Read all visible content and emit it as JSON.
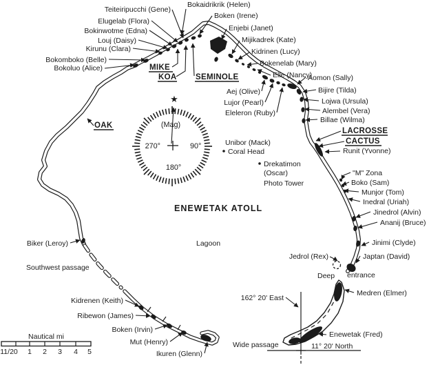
{
  "colors": {
    "ink": "#1b1b1b",
    "paper": "#ffffff"
  },
  "labels": {
    "teiteiripucchi": "Teiteiripucchi (Gene)",
    "elugelab": "Elugelab (Flora)",
    "bokinwotme": "Bokinwotme (Edna)",
    "louj": "Louj (Daisy)",
    "kirunu": "Kirunu (Clara)",
    "bokomboko": "Bokomboko (Belle)",
    "bokoluo": "Bokoluo (Alice)",
    "bokaidrikrik": "Bokaidrikrik (Helen)",
    "boken_irene": "Boken (Irene)",
    "enjebi": "Enjebi (Janet)",
    "mijikadrek": "Mijikadrek (Kate)",
    "kidrinen": "Kidrinen (Lucy)",
    "bokenelab": "Bokenelab (Mary)",
    "elle": "Elle (Nancy)",
    "aej": "Aej (Olive)",
    "lujor": "Lujor (Pearl)",
    "eleleron": "Eleleron (Ruby)",
    "aomon": "Aomon (Sally)",
    "bijire": "Bijire (Tilda)",
    "lojwa": "Lojwa (Ursula)",
    "alembel": "Alembel (Vera)",
    "billae": "Billae (Wilma)",
    "runit": "Runit (Yvonne)",
    "m_zona": "\"M\" Zona",
    "boko": "Boko (Sam)",
    "munjor": "Munjor (Tom)",
    "inedral": "Inedral (Uriah)",
    "jinedrol": "Jinedrol (Alvin)",
    "ananij": "Ananij (Bruce)",
    "jinimi": "Jinimi (Clyde)",
    "jedrol": "Jedrol (Rex)",
    "japtan": "Japtan (David)",
    "medren": "Medren (Elmer)",
    "enewetak_island": "Enewetak (Fred)",
    "ikuren": "Ikuren (Glenn)",
    "mut": "Mut (Henry)",
    "boken_irvin": "Boken (Irvin)",
    "ribewon": "Ribewon (James)",
    "kidrenen": "Kidrenen (Keith)",
    "biker": "Biker (Leroy)",
    "unibor": "Unibor (Mack)",
    "coral_head": "Coral Head",
    "drekatimon": "Drekatimon",
    "oscar": "(Oscar)",
    "photo_tower": "Photo Tower"
  },
  "shots": {
    "mike": "MIKE",
    "koa": "KOA",
    "seminole": "SEMINOLE",
    "oak": "OAK",
    "lacrosse": "LACROSSE",
    "cactus": "CACTUS"
  },
  "places": {
    "title": "ENEWETAK ATOLL",
    "lagoon": "Lagoon",
    "southwest_passage": "Southwest passage",
    "wide_passage": "Wide passage",
    "deep": "Deep",
    "entrance": "entrance"
  },
  "coords": {
    "east": "162° 20' East",
    "north": "11° 20' North"
  },
  "compass": {
    "mag": "(Mag)",
    "deg270": "270°",
    "deg90": "90°",
    "deg180": "180°",
    "star": "★"
  },
  "scale": {
    "caption": "Nautical mi",
    "ticks": [
      "11/20",
      "1",
      "2",
      "3",
      "4",
      "5"
    ]
  }
}
